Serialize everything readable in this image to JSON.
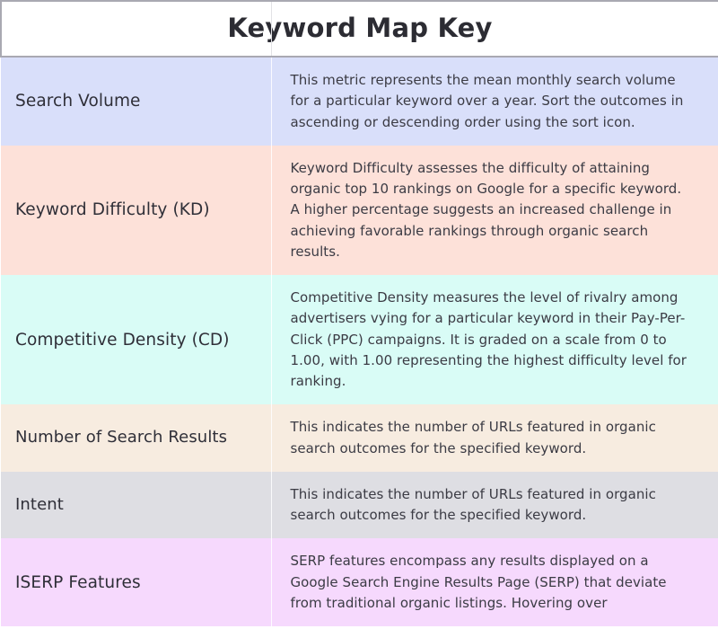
{
  "header": {
    "title": "Keyword Map Key"
  },
  "colors": {
    "page_background": "#ffffff",
    "header_border": "#a9a9b2",
    "title_text": "#2c2c33",
    "term_text": "#2f2f38",
    "description_text": "#3b3b44",
    "row_backgrounds": [
      "#d9dffa",
      "#fde1d9",
      "#d9fcf6",
      "#f7ece0",
      "#dedee3",
      "#f6d9fd"
    ]
  },
  "rows": [
    {
      "term": "Search Volume",
      "description": "This metric represents the mean monthly search volume for a particular keyword over a year. Sort the outcomes in ascending or descending order using the sort icon.",
      "background": "#d9dffa"
    },
    {
      "term": "Keyword Difficulty (KD)",
      "description": "Keyword Difficulty assesses the difficulty of attaining organic top 10 rankings on Google for a specific keyword. A higher percentage suggests an increased challenge in achieving favorable rankings through organic search results.",
      "background": "#fde1d9"
    },
    {
      "term": "Competitive Density (CD)",
      "description": "Competitive Density measures the level of rivalry among advertisers vying for a particular keyword in their Pay-Per-Click (PPC) campaigns. It is graded on a scale from 0 to 1.00, with 1.00 representing the highest difficulty level for ranking.",
      "background": "#d9fcf6"
    },
    {
      "term": "Number of Search Results",
      "description": "This indicates the number of URLs featured in organic search outcomes for the specified keyword.",
      "background": "#f7ece0"
    },
    {
      "term": "Intent",
      "description": "This indicates the number of URLs featured in organic search outcomes for the specified keyword.",
      "background": "#dedee3"
    },
    {
      "term": "ISERP Features",
      "description": "SERP features encompass any results displayed on a Google Search Engine Results Page (SERP) that deviate from traditional organic listings. Hovering over",
      "background": "#f6d9fd"
    }
  ]
}
